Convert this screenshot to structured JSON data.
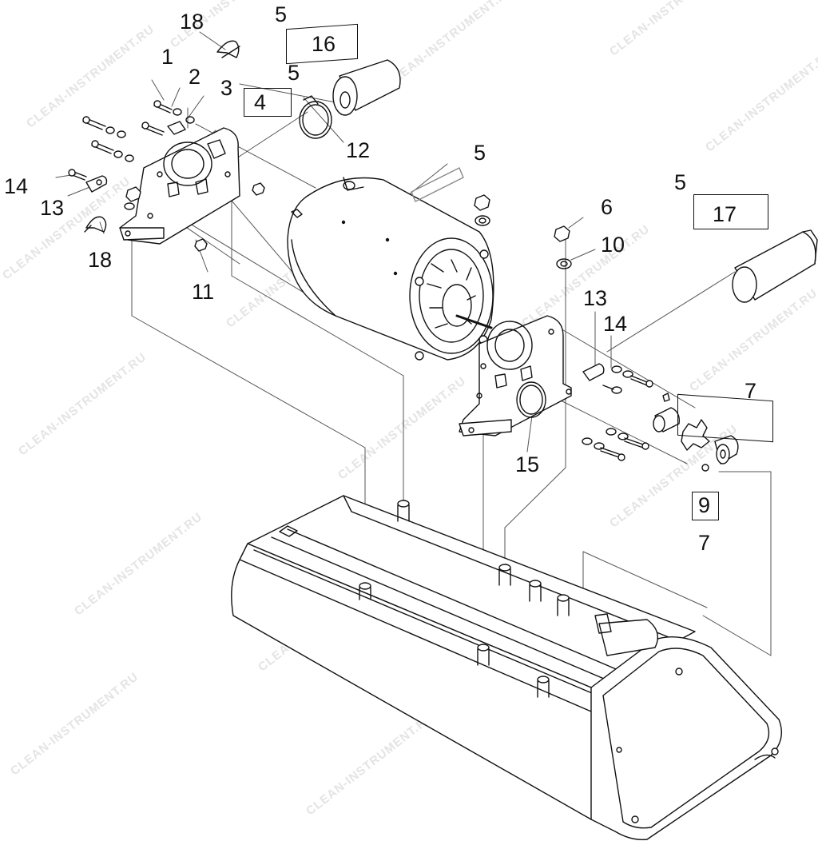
{
  "watermark": "CLEAN-INSTRUMENT.RU",
  "callouts": {
    "c1": "1",
    "c2": "2",
    "c3": "3",
    "c4": "4",
    "c5a": "5",
    "c5b": "5",
    "c5c": "5",
    "c5d": "5",
    "c6": "6",
    "c7a": "7",
    "c7b": "7",
    "c9": "9",
    "c10": "10",
    "c11": "11",
    "c12": "12",
    "c13a": "13",
    "c13b": "13",
    "c14a": "14",
    "c14b": "14",
    "c15": "15",
    "c16": "16",
    "c17": "17",
    "c18a": "18",
    "c18b": "18"
  },
  "colors": {
    "ink": "#111111",
    "leader": "#555555",
    "watermark": "#e4e4e4"
  }
}
